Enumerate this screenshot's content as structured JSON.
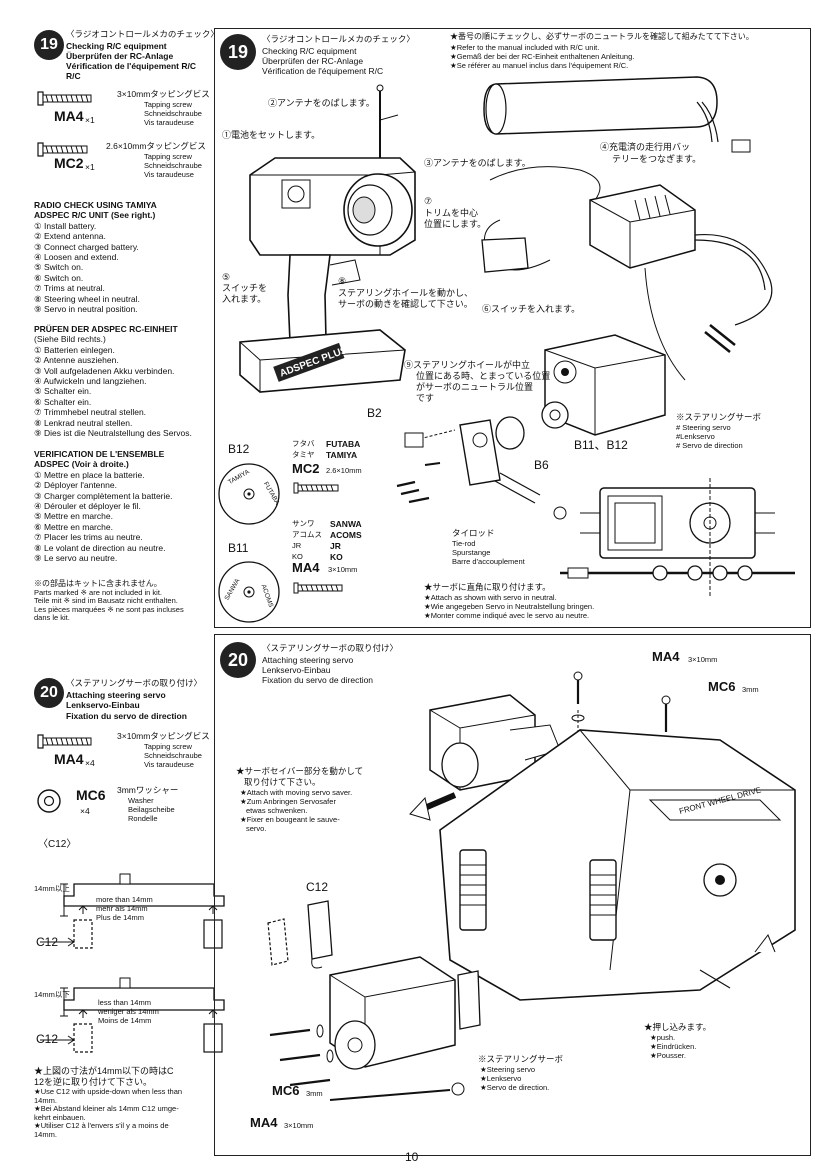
{
  "page_number": "10",
  "left": {
    "step19": {
      "number": "19",
      "jp": "〈ラジオコントロールメカのチェック〉",
      "en": "Checking R/C equipment",
      "de": "Überprüfen der RC-Anlage",
      "fr": "Vérification de l'équipement R/C",
      "parts": [
        {
          "code": "MA4",
          "qty": "×1",
          "jp": "3×10mmタッピングビス",
          "en": "Tapping screw",
          "de": "Schneidschraube",
          "fr": "Vis taraudeuse"
        },
        {
          "code": "MC2",
          "qty": "×1",
          "jp": "2.6×10mmタッピングビス",
          "en": "Tapping screw",
          "de": "Schneidschraube",
          "fr": "Vis taraudeuse"
        }
      ],
      "radio_en_title": "RADIO CHECK USING TAMIYA",
      "radio_en_title2": "ADSPEC R/C UNIT (See right.)",
      "radio_en": [
        "① Install battery.",
        "② Extend antenna.",
        "③ Connect charged battery.",
        "④ Loosen and extend.",
        "⑤ Switch on.",
        "⑥ Switch on.",
        "⑦ Trims at neutral.",
        "⑧ Steering wheel in neutral.",
        "⑨ Servo in neutral position."
      ],
      "radio_de_title": "PRÜFEN DER ADSPEC RC-EINHEIT",
      "radio_de_title2": "(Siehe Bild rechts.)",
      "radio_de": [
        "① Batterien einlegen.",
        "② Antenne ausziehen.",
        "③ Voll aufgeladenen Akku verbinden.",
        "④ Aufwickeln und langziehen.",
        "⑤ Schalter ein.",
        "⑥ Schalter ein.",
        "⑦ Trimmhebel neutral stellen.",
        "⑧ Lenkrad neutral stellen.",
        "⑨ Dies ist die Neutralstellung des Servos."
      ],
      "radio_fr_title": "VERIFICATION DE L'ENSEMBLE",
      "radio_fr_title2": "ADSPEC (Voir à droite.)",
      "radio_fr": [
        "① Mettre en place la batterie.",
        "② Déployer l'antenne.",
        "③ Charger complètement la batterie.",
        "④ Dérouler et déployer le fil.",
        "⑤ Mettre en marche.",
        "⑥ Mettre en marche.",
        "⑦ Placer les trims au neutre.",
        "⑧ Le volant de direction au neutre.",
        "⑨ Le servo au neutre."
      ],
      "note_jp": "※の部品はキットに含まれません。",
      "note_en": "Parts marked ※ are not included in kit.",
      "note_de": "Teile mit ※ sind im Bausatz nicht enthalten.",
      "note_fr": "Les pièces marquées ※ ne sont pas incluses",
      "note_fr2": "dans le kit."
    },
    "step20": {
      "number": "20",
      "jp": "〈ステアリングサーボの取り付け〉",
      "en": "Attaching steering servo",
      "de": "Lenkservo-Einbau",
      "fr": "Fixation du servo de direction",
      "parts": [
        {
          "code": "MA4",
          "qty": "×4",
          "jp": "3×10mmタッピングビス",
          "en": "Tapping screw",
          "de": "Schneidschraube",
          "fr": "Vis taraudeuse"
        },
        {
          "code": "MC6",
          "qty": "×4",
          "jp": "3mmワッシャー",
          "en": "Washer",
          "de": "Beilagscheibe",
          "fr": "Rondelle"
        }
      ],
      "c12_label": "〈C12〉",
      "more_en": "more than 14mm",
      "more_de": "mehr als 14mm",
      "more_fr": "Plus de 14mm",
      "more_jp": "14mm以上",
      "less_en": "less than 14mm",
      "less_de": "weniger als 14mm",
      "less_fr": "Moins de 14mm",
      "less_jp": "14mm以下",
      "c12": "C12",
      "bottom_jp1": "★上図の寸法が14mm以下の時はC",
      "bottom_jp2": "12を逆に取り付けて下さい。",
      "bottom_en1": "★Use C12 with upside-down when less than",
      "bottom_en2": "14mm.",
      "bottom_de1": "★Bei Abstand kleiner als 14mm C12 umge-",
      "bottom_de2": "kehrt einbauen.",
      "bottom_fr1": "★Utiliser C12 à l'envers s'il y a moins de",
      "bottom_fr2": "14mm."
    }
  },
  "right19": {
    "number": "19",
    "jp": "〈ラジオコントロールメカのチェック〉",
    "en": "Checking R/C equipment",
    "de": "Überprüfen der RC-Anlage",
    "fr": "Vérification de l'équipement R/C",
    "top_note_jp": "★番号の順にチェックし、必ずサーボのニュートラルを確認して組みたてて下さい。",
    "top_note_en": "★Refer to the manual included with R/C unit.",
    "top_note_de": "★Gemäß der bei der RC-Einheit enthaltenen Anleitung.",
    "top_note_fr": "★Se référer au manuel inclus dans l'équipement R/C.",
    "c2": "②アンテナをのばします。",
    "c1": "①電池をセットします。",
    "c3": "③アンテナをのばします。",
    "c4a": "④充電済の走行用バッ",
    "c4b": "テリーをつなぎます。",
    "c7a": "⑦",
    "c7b": "トリムを中心",
    "c7c": "位置にします。",
    "c5a": "⑤",
    "c5b": "スイッチを",
    "c5c": "入れます。",
    "c8a": "⑧",
    "c8b": "ステアリングホイールを動かし、",
    "c8c": "サーボの動きを確認して下さい。",
    "c6": "⑥スイッチを入れます。",
    "c9a": "⑨ステアリングホイールが中立",
    "c9b": "位置にある時、とまっている位置",
    "c9c": "がサーボのニュートラル位置",
    "c9d": "です",
    "servo_jp": "※ステアリングサーボ",
    "servo_en": "# Steering servo",
    "servo_de": "#Lenkservo",
    "servo_fr": "# Servo de direction",
    "b2": "B2",
    "b6": "B6",
    "b11b12": "B11、B12",
    "b12": "B12",
    "b11": "B11",
    "futaba_jp": "フタバ",
    "futaba": "FUTABA",
    "tamiya_jp": "タミヤ",
    "tamiya": "TAMIYA",
    "mc2": "MC2",
    "mc2_size": "2.6×10mm",
    "sanwa_jp": "サンワ",
    "sanwa": "SANWA",
    "acoms_jp": "アコムス",
    "acoms": "ACOMS",
    "jr_jp": "JR",
    "jr": "JR",
    "ko_jp": "KO",
    "ko": "KO",
    "ma4": "MA4",
    "ma4_size": "3×10mm",
    "tierod_jp": "タイロッド",
    "tierod_en": "Tie-rod",
    "tierod_de": "Spurstange",
    "tierod_fr": "Barre d'accouplement",
    "attach_jp": "★サーボに直角に取り付けます。",
    "attach_en": "★Attach as shown with servo in neutral.",
    "attach_de": "★Wie angegeben Servo in Neutralstellung bringen.",
    "attach_fr": "★Monter comme indiqué avec le servo au neutre.",
    "horn_futaba": "FUTABA",
    "horn_tamiya": "TAMIYA",
    "horn_sanwa": "SANWA",
    "horn_acoms": "ACOMS",
    "tx_brand": "ADSPEC PLUS"
  },
  "right20": {
    "number": "20",
    "jp": "〈ステアリングサーボの取り付け〉",
    "en": "Attaching steering servo",
    "de": "Lenkservo-Einbau",
    "fr": "Fixation du servo de direction",
    "ma4": "MA4",
    "ma4_size": "3×10mm",
    "mc6": "MC6",
    "mc6_size": "3mm",
    "saver_jp1": "★サーボセイバー部分を動かして",
    "saver_jp2": "取り付けて下さい。",
    "saver_en": "★Attach with moving servo saver.",
    "saver_de1": "★Zum Anbringen Servosafer",
    "saver_de2": "etwas schwenken.",
    "saver_fr1": "★Fixer en bougeant le sauve-",
    "saver_fr2": "servo.",
    "c12": "C12",
    "push_jp": "★押し込みます。",
    "push_en": "★push.",
    "push_de": "★Eindrücken.",
    "push_fr": "★Pousser.",
    "servo_jp": "※ステアリングサーボ",
    "servo_en": "★Steering servo",
    "servo_de": "★Lenkservo",
    "servo_fr": "★Servo de direction.",
    "mc6b": "MC6",
    "mc6b_size": "3mm",
    "ma4b": "MA4",
    "ma4b_size": "3×10mm",
    "chassis_label": "FRONT WHEEL DRIVE"
  }
}
